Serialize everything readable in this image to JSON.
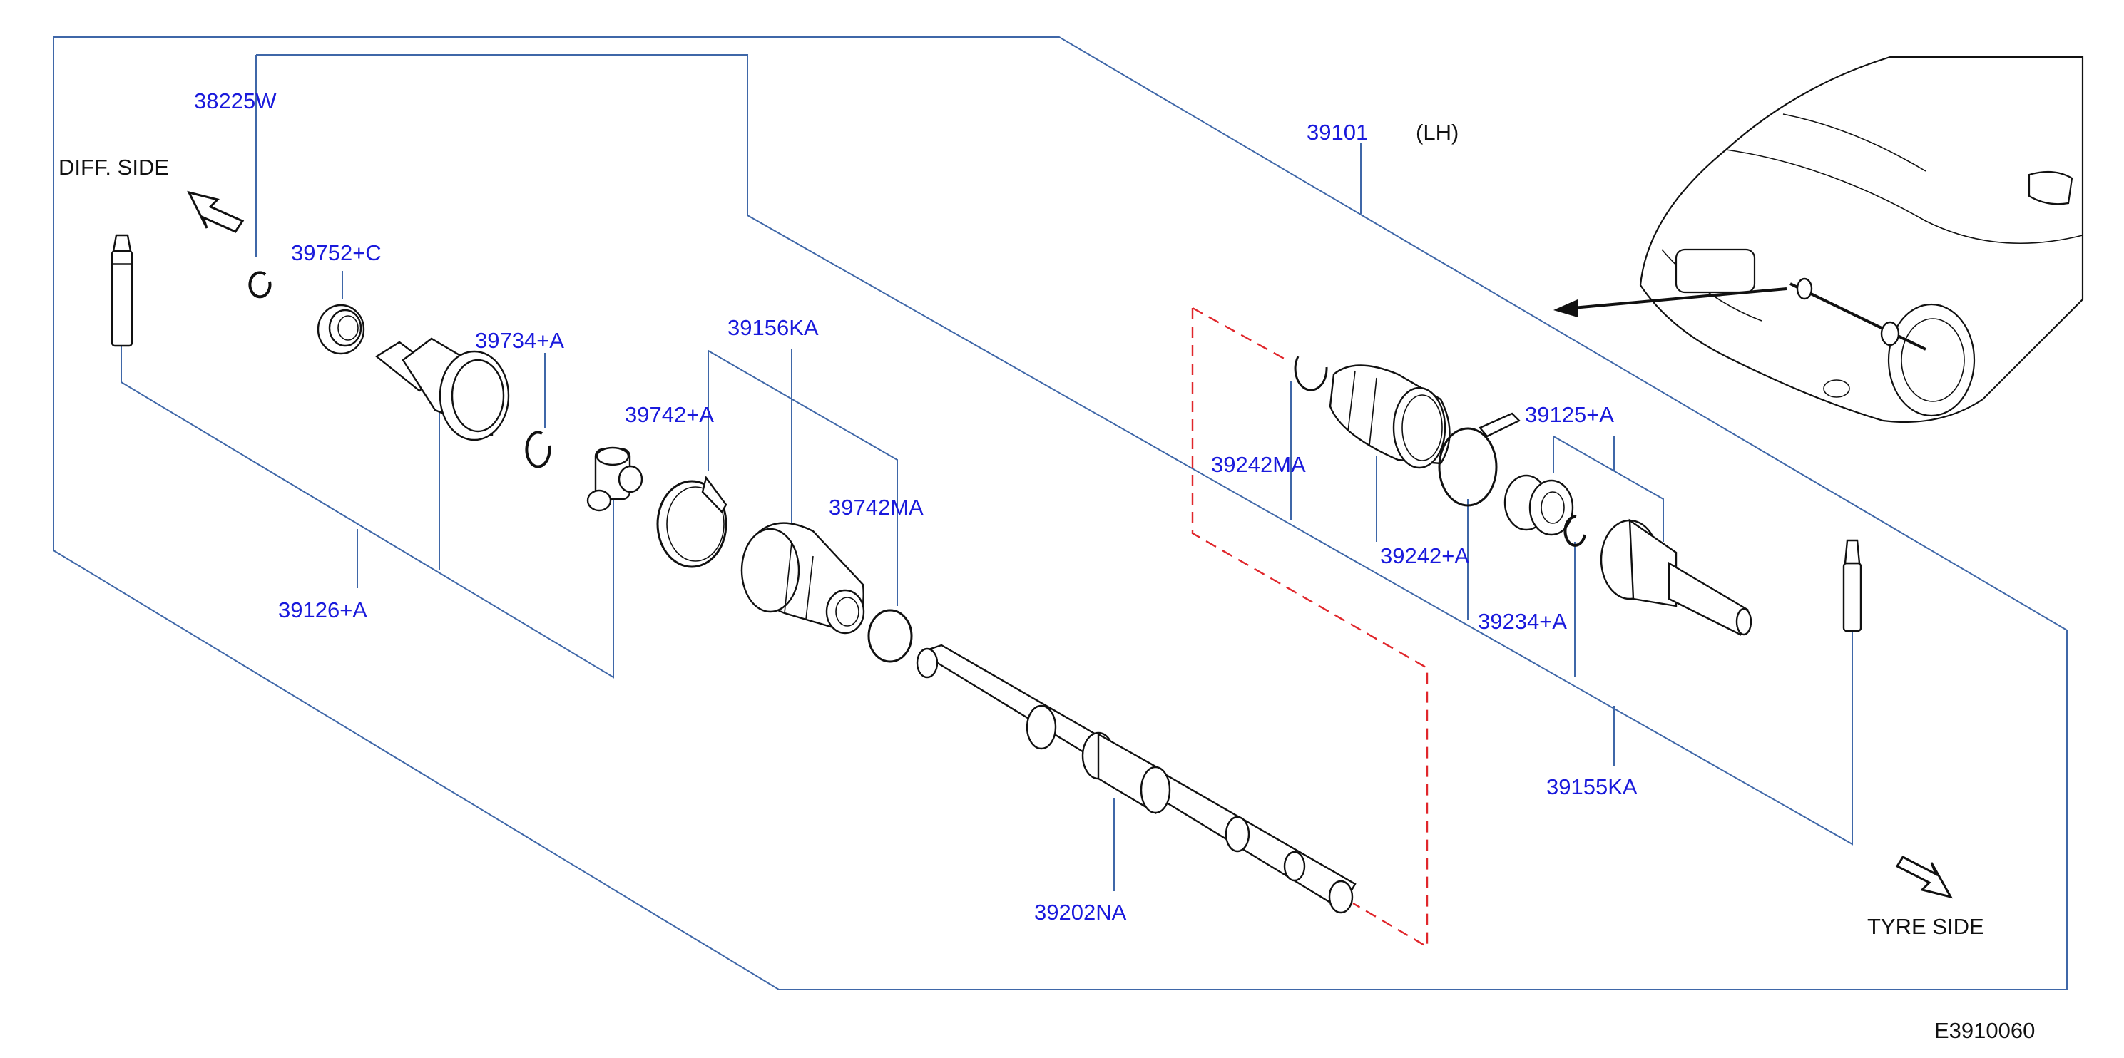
{
  "diagram": {
    "notes": {
      "diff_side": "DIFF.  SIDE",
      "tyre_side": "TYRE  SIDE",
      "side": "(LH)"
    },
    "figure_code": "E3910060",
    "parts": [
      {
        "id": "p38225W",
        "label": "38225W"
      },
      {
        "id": "p39752C",
        "label": "39752+C"
      },
      {
        "id": "p39734A",
        "label": "39734+A"
      },
      {
        "id": "p39126A",
        "label": "39126+A"
      },
      {
        "id": "p39156KA",
        "label": "39156KA"
      },
      {
        "id": "p39742A",
        "label": "39742+A"
      },
      {
        "id": "p39742MA",
        "label": "39742MA"
      },
      {
        "id": "p39202NA",
        "label": "39202NA"
      },
      {
        "id": "p39101",
        "label": "39101"
      },
      {
        "id": "p39242MA",
        "label": "39242MA"
      },
      {
        "id": "p39242A",
        "label": "39242+A"
      },
      {
        "id": "p39125A",
        "label": "39125+A"
      },
      {
        "id": "p39234A",
        "label": "39234+A"
      },
      {
        "id": "p39155KA",
        "label": "39155KA"
      }
    ],
    "colors": {
      "part_label": "#1a1adc",
      "leader_line": "#3f67a8",
      "dashed_group": "#e0262b",
      "ink": "#111111"
    },
    "icons": [
      "diff-side-arrow-icon",
      "tyre-side-arrow-icon",
      "vehicle-location-icon"
    ]
  }
}
